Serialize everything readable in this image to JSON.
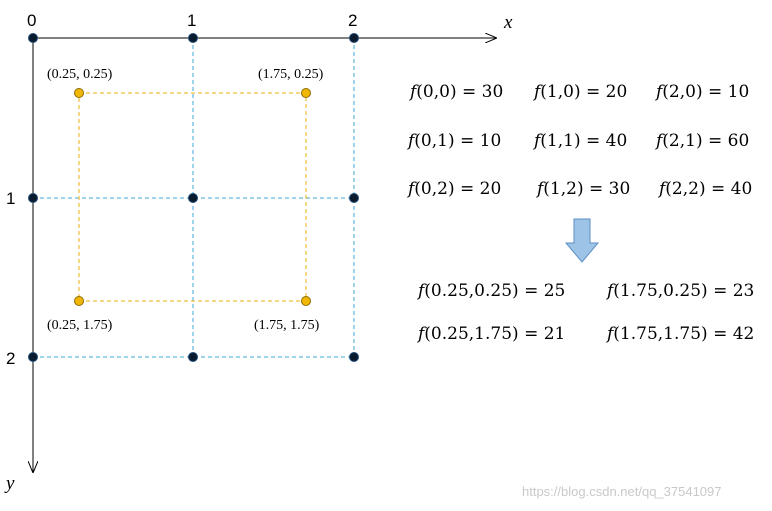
{
  "axes": {
    "x_label": "x",
    "y_label": "y",
    "x_ticks": [
      "0",
      "1",
      "2"
    ],
    "y_ticks": [
      "1",
      "2"
    ]
  },
  "grid_color": "#3fa7d6",
  "interp_color": "#e8b00e",
  "interp_points": [
    {
      "label": "(0.25, 0.25)"
    },
    {
      "label": "(1.75, 0.25)"
    },
    {
      "label": "(0.25, 1.75)"
    },
    {
      "label": "(1.75, 1.75)"
    }
  ],
  "known_values": [
    {
      "fn": "f",
      "args": "(0,0)",
      "value": "= 30"
    },
    {
      "fn": "f",
      "args": "(1,0)",
      "value": "= 20"
    },
    {
      "fn": "f",
      "args": "(2,0)",
      "value": "= 10"
    },
    {
      "fn": "f",
      "args": "(0,1)",
      "value": "= 10"
    },
    {
      "fn": "f",
      "args": "(1,1)",
      "value": "= 40"
    },
    {
      "fn": "f",
      "args": "(2,1)",
      "value": "= 60"
    },
    {
      "fn": "f",
      "args": "(0,2)",
      "value": "= 20"
    },
    {
      "fn": "f",
      "args": "(1,2)",
      "value": "= 30"
    },
    {
      "fn": "f",
      "args": "(2,2)",
      "value": "= 40"
    }
  ],
  "interpolated_values": [
    {
      "fn": "f",
      "args": "(0.25,0.25)",
      "value": "= 25"
    },
    {
      "fn": "f",
      "args": "(1.75,0.25)",
      "value": "= 23"
    },
    {
      "fn": "f",
      "args": "(0.25,1.75)",
      "value": "= 21"
    },
    {
      "fn": "f",
      "args": "(1.75,1.75)",
      "value": "= 42"
    }
  ],
  "arrow_color": "#9dc3e6",
  "watermark": "https://blog.csdn.net/qq_37541097"
}
